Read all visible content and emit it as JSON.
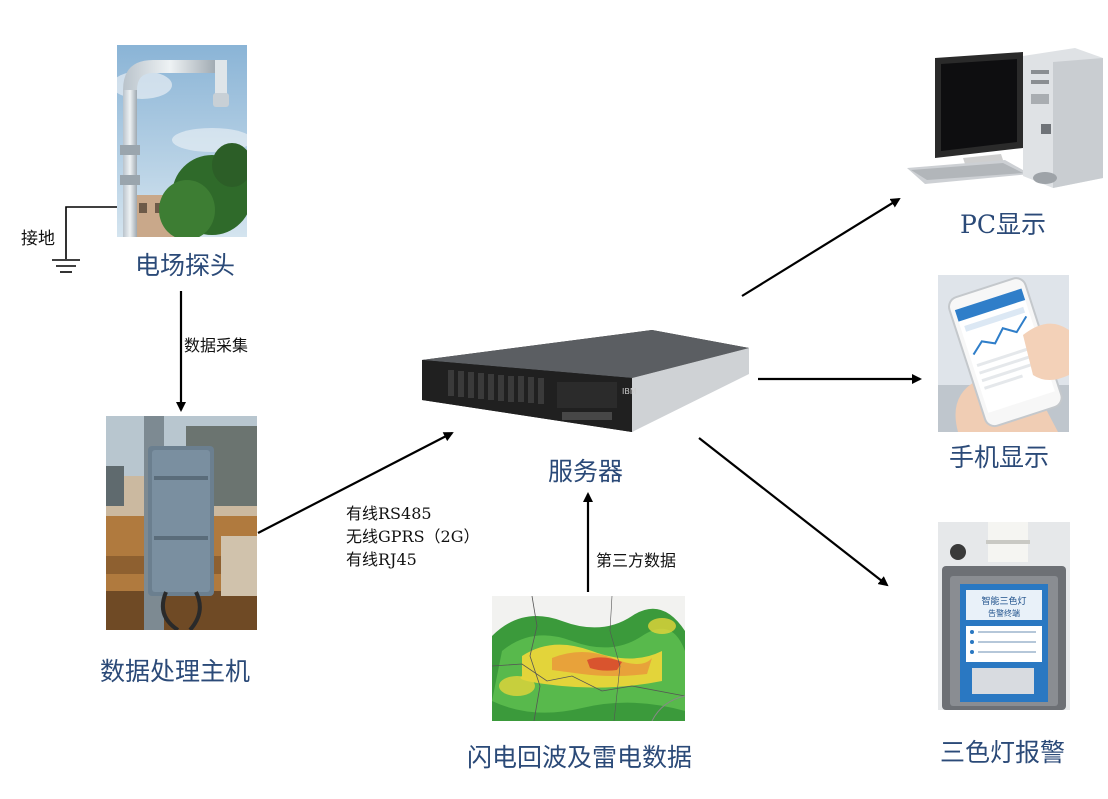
{
  "nodes": {
    "probe": "电场探头",
    "host": "数据处理主机",
    "server": "服务器",
    "pc": "PC显示",
    "phone": "手机显示",
    "lamp": "三色灯报警",
    "lightning": "闪电回波及雷电数据"
  },
  "ground_label": "接地",
  "edges": {
    "collect": "数据采集",
    "wired_rs485": "有线RS485",
    "wireless_gprs": "无线GPRS（2G）",
    "wired_rj45": "有线RJ45",
    "third_party": "第三方数据"
  },
  "device_texts": {
    "lamp_panel_title": "智能三色灯",
    "lamp_panel_sub": "告警终端",
    "server_brand": "IBM"
  }
}
